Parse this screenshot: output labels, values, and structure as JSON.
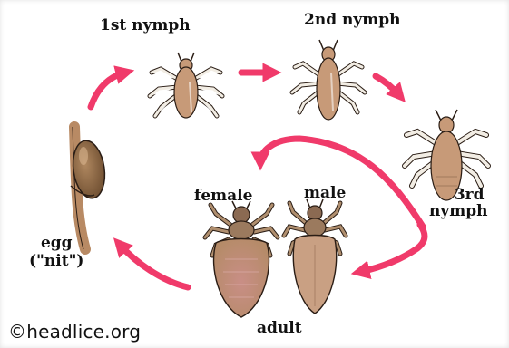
{
  "labels": {
    "first_nymph": "1st nymph",
    "second_nymph": "2nd nymph",
    "third_nymph_line1": "3rd",
    "third_nymph_line2": "nymph",
    "female": "female",
    "male": "male",
    "adult": "adult",
    "egg_line1": "egg",
    "egg_line2": "(\"nit\")"
  },
  "credit": "©headlice.org",
  "colors": {
    "arrow": "#f03a6a",
    "nymph_body": "#c79a78",
    "adult_body": "#c9a083",
    "outline": "#2a1d15"
  }
}
